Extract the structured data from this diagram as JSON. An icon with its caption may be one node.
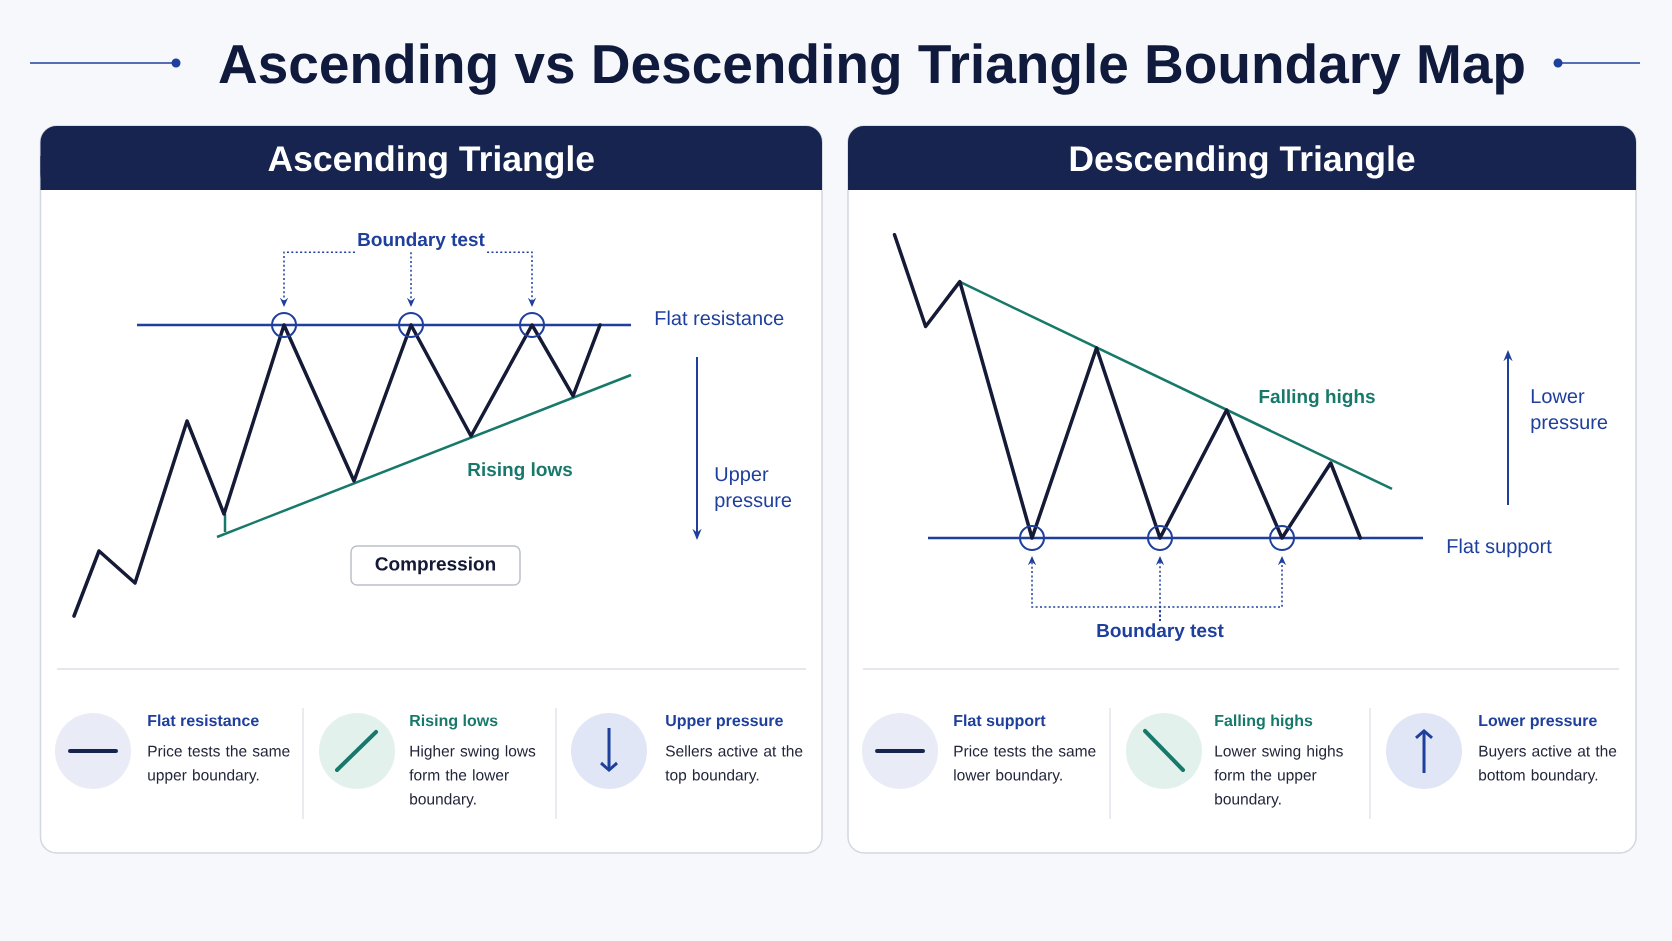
{
  "diagram": {
    "title": "Ascending vs Descending Triangle Boundary Map",
    "nodes": [
      {
        "text": [
          "Ascending Triangle"
        ]
      },
      {
        "text": [
          "Boundary test"
        ],
        "in": 0
      },
      {
        "text": [],
        "shape": "circle",
        "in": 0
      },
      {
        "text": [],
        "shape": "circle",
        "in": 0
      },
      {
        "text": [],
        "shape": "circle",
        "in": 0
      },
      {
        "text": [
          "Compression"
        ],
        "in": 0
      },
      {
        "text": [
          "Descending Triangle"
        ]
      },
      {
        "text": [],
        "shape": "circle",
        "in": 6
      },
      {
        "text": [],
        "shape": "circle",
        "in": 6
      },
      {
        "text": [],
        "shape": "circle",
        "in": 6
      },
      {
        "text": [
          "Boundary test"
        ],
        "in": 6
      }
    ],
    "edges": [
      {
        "from": 1,
        "to": 2,
        "arrow": "to",
        "style": "dashed"
      },
      {
        "from": 1,
        "to": 3,
        "arrow": "to",
        "style": "dashed"
      },
      {
        "from": 1,
        "to": 4,
        "arrow": "to",
        "style": "dashed"
      },
      {
        "from": 10,
        "to": 7,
        "arrow": "to",
        "style": "dashed"
      },
      {
        "from": 10,
        "to": 8,
        "arrow": "to",
        "style": "dashed"
      },
      {
        "from": 10,
        "to": 9,
        "arrow": "to",
        "style": "dashed"
      }
    ],
    "labels": [
      "Flat resistance",
      "Rising lows",
      "Upper pressure",
      "Flat resistance",
      "Price tests the same upper boundary.",
      "Rising lows",
      "Higher swing lows form the lower boundary.",
      "Upper pressure",
      "Sellers active at the top boundary.",
      "Falling highs",
      "Lower pressure",
      "Flat support",
      "Flat support",
      "Price tests the same lower boundary.",
      "Falling highs",
      "Lower swing highs form the upper boundary.",
      "Lower pressure",
      "Buyers active at the bottom boundary."
    ]
  }
}
